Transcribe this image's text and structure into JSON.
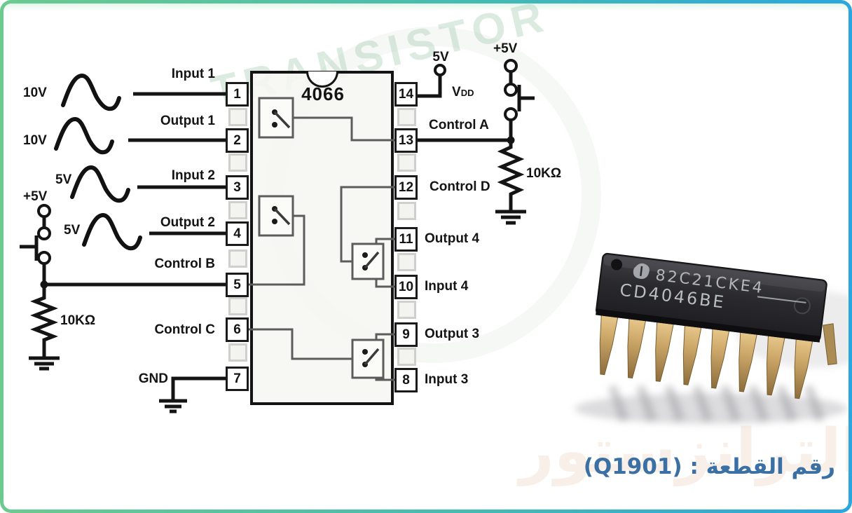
{
  "frame": {
    "accent_green": "#6cca8e",
    "accent_blue": "#2ba6de"
  },
  "watermarks": {
    "diagonal_text": "TRANSISTOR",
    "bottom_text": "الترانزستور"
  },
  "ic_diagram": {
    "title": "4066",
    "left_pins": [
      {
        "number": "1",
        "label": "Input 1"
      },
      {
        "number": "2",
        "label": "Output 1"
      },
      {
        "number": "3",
        "label": "Input 2"
      },
      {
        "number": "4",
        "label": "Output 2"
      },
      {
        "number": "5",
        "label": "Control B"
      },
      {
        "number": "6",
        "label": "Control C"
      },
      {
        "number": "7",
        "label": "GND"
      }
    ],
    "right_pins": [
      {
        "number": "14",
        "label": "VDD",
        "label_main": "V",
        "label_sub": "DD"
      },
      {
        "number": "13",
        "label": "Control A"
      },
      {
        "number": "12",
        "label": "Control D"
      },
      {
        "number": "11",
        "label": "Output 4"
      },
      {
        "number": "10",
        "label": "Input 4"
      },
      {
        "number": "9",
        "label": "Output 3"
      },
      {
        "number": "8",
        "label": "Input 3"
      }
    ]
  },
  "signal_sources": [
    {
      "voltage": "10V"
    },
    {
      "voltage": "10V"
    },
    {
      "voltage": "5V"
    },
    {
      "voltage": "5V"
    }
  ],
  "left_control_circuit": {
    "supply_label": "+5V",
    "resistor_label": "10KΩ"
  },
  "right_power": {
    "vdd_supply_label": "5V"
  },
  "right_control_circuit": {
    "supply_label": "+5V",
    "resistor_label": "10KΩ"
  },
  "chip_photo": {
    "marking_line1": "82C21CKE4",
    "marking_line2": "CD4046BE"
  },
  "footer": {
    "part_number_text": "رقم القطعة : (Q1901)"
  }
}
